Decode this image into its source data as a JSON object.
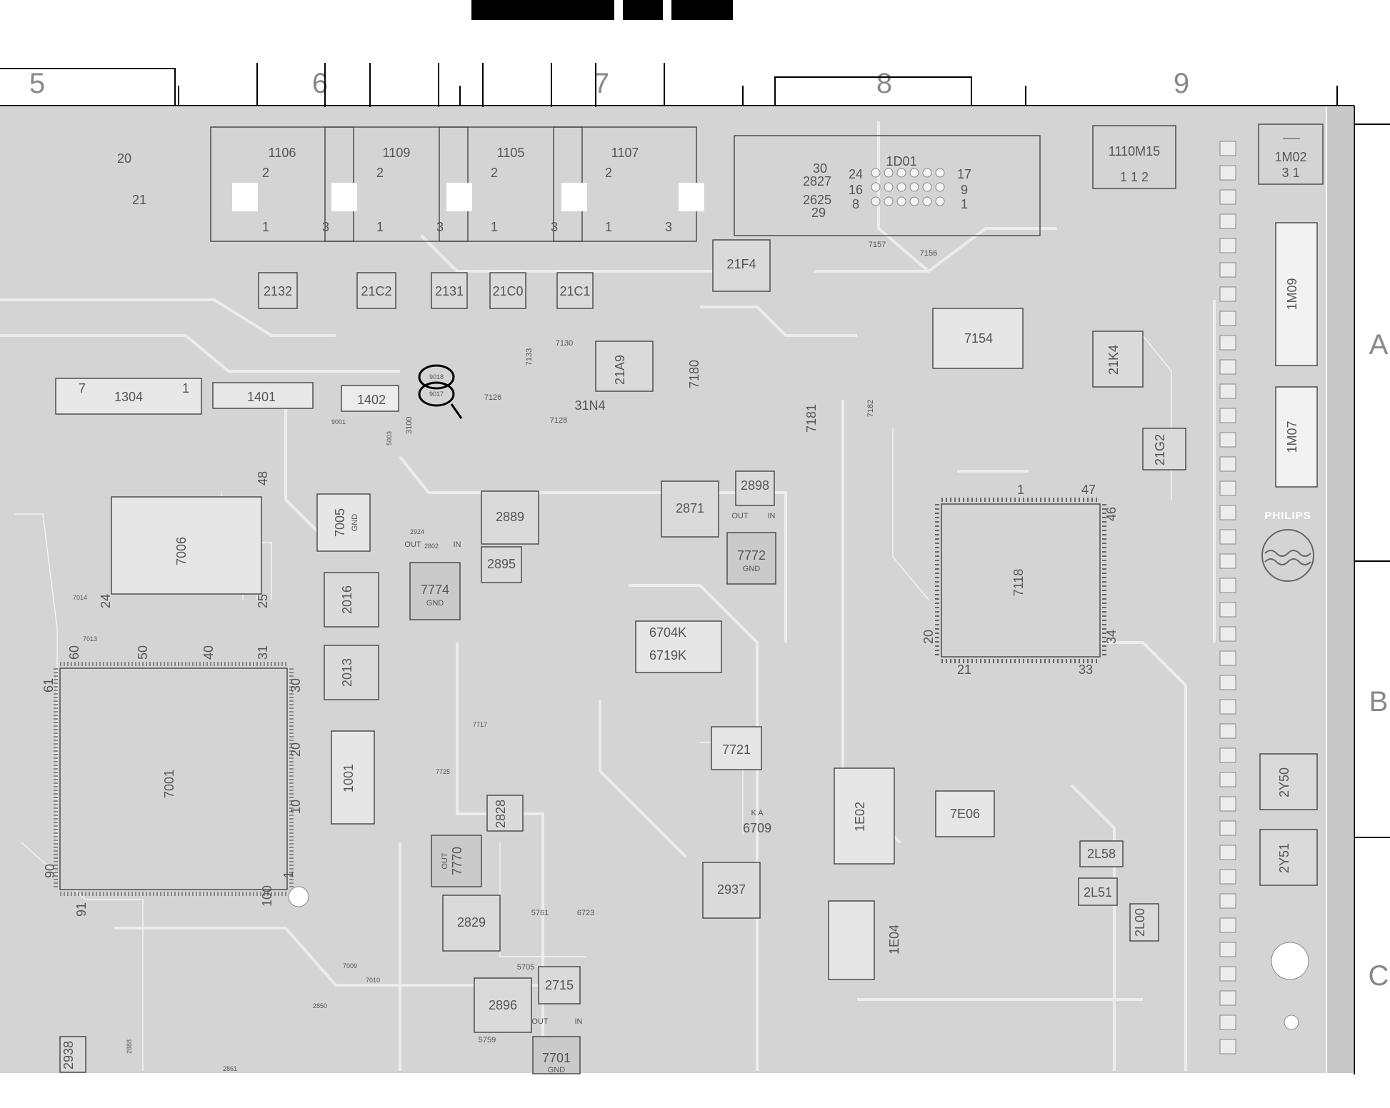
{
  "header_tabs": 3,
  "grid_columns": [
    "5",
    "6",
    "7",
    "8",
    "9"
  ],
  "grid_rows": [
    "A",
    "B",
    "C"
  ],
  "brand": {
    "name": "PHILIPS"
  },
  "connectors": [
    {
      "ref": "1106",
      "pins": [
        "2",
        "1",
        "3"
      ]
    },
    {
      "ref": "1109",
      "pins": [
        "2",
        "1",
        "3"
      ]
    },
    {
      "ref": "1105",
      "pins": [
        "2",
        "1",
        "3"
      ]
    },
    {
      "ref": "1107",
      "pins": [
        "2",
        "1",
        "3"
      ]
    }
  ],
  "ics": {
    "u7001": "7001",
    "u7006": "7006",
    "u7118": "7118",
    "u7154": "7154",
    "u7721": "7721",
    "u7E06": "7E06",
    "u1D01": "1D01",
    "u1402": "1402",
    "u1401": "1401",
    "u1304": "1304",
    "u1001": "1001",
    "u7005": "7005",
    "u7005_sub": "GND",
    "u7774": "7774",
    "u7774_sub": "GND",
    "u7772": "7772",
    "u7772_sub": "GND",
    "u7770": "7770",
    "u7770_sub": "OUT",
    "u7701": "7701",
    "u7701_sub": "GND",
    "u1E02": "1E02",
    "u1E04": "1E04",
    "u1M02": "1M02",
    "u1M09": "1M09",
    "u1M07": "1M07",
    "u1110M15": "1110M15",
    "u1110M15_pins": "1  1  2",
    "u1M02_pins": "3   1",
    "u1D01_pins_left": [
      "30",
      "2827",
      "2625",
      "29"
    ],
    "u1D01_pins_mid": [
      "24",
      "16",
      "8"
    ],
    "u1D01_pins_right": [
      "17",
      "9",
      "1"
    ]
  },
  "caps": [
    {
      "ref": "2889"
    },
    {
      "ref": "2871"
    },
    {
      "ref": "2898"
    },
    {
      "ref": "2895"
    },
    {
      "ref": "2016"
    },
    {
      "ref": "2013"
    },
    {
      "ref": "2828"
    },
    {
      "ref": "2829"
    },
    {
      "ref": "2937"
    },
    {
      "ref": "2896"
    },
    {
      "ref": "2715"
    },
    {
      "ref": "2Y50"
    },
    {
      "ref": "2Y51"
    },
    {
      "ref": "2L58"
    },
    {
      "ref": "2L51"
    },
    {
      "ref": "2L00"
    },
    {
      "ref": "2132"
    },
    {
      "ref": "21C2"
    },
    {
      "ref": "2131"
    },
    {
      "ref": "21C0"
    },
    {
      "ref": "21C1"
    },
    {
      "ref": "21F4"
    },
    {
      "ref": "21A9"
    },
    {
      "ref": "21K4"
    },
    {
      "ref": "2938"
    },
    {
      "ref": "21G2"
    }
  ],
  "diodes": {
    "d1": "6704K",
    "d2": "6719K",
    "d3": "6709",
    "d3_pins": "K  A"
  },
  "misc_labels": {
    "l20": "20",
    "l21": "21",
    "l3100": "3100",
    "io_out": "OUT",
    "io_in": "IN",
    "gnd": "GND",
    "n9018": "9018",
    "n9017": "9017",
    "n9001": "9001",
    "n5003": "5003",
    "n31N4": "31N4",
    "n7180": "7180",
    "n7181": "7181",
    "n7182": "7182",
    "n7128": "7128",
    "n7126": "7126",
    "n7130": "7130",
    "n7133": "7133",
    "n7157": "7157",
    "n7156": "7156",
    "n2802": "2802",
    "n2924": "2924",
    "n7013": "7013",
    "n7014": "7014",
    "n2850": "2850",
    "n7010": "7010",
    "n7009": "7009",
    "n7725": "7725",
    "n7717": "7717",
    "n2861": "2861",
    "n2888": "2888",
    "n5705": "5705",
    "n5759": "5759",
    "n5761": "5761",
    "n6723": "6723"
  },
  "ic_pin_labels": {
    "u7118": [
      "1",
      "47",
      "46",
      "20",
      "21",
      "33",
      "34"
    ],
    "u7001": [
      "61",
      "60",
      "50",
      "40",
      "31",
      "30",
      "20",
      "10",
      "1",
      "100",
      "91",
      "90"
    ],
    "u7006": [
      "48",
      "25",
      "24"
    ]
  },
  "connector_304_pins": [
    "7",
    "1"
  ]
}
